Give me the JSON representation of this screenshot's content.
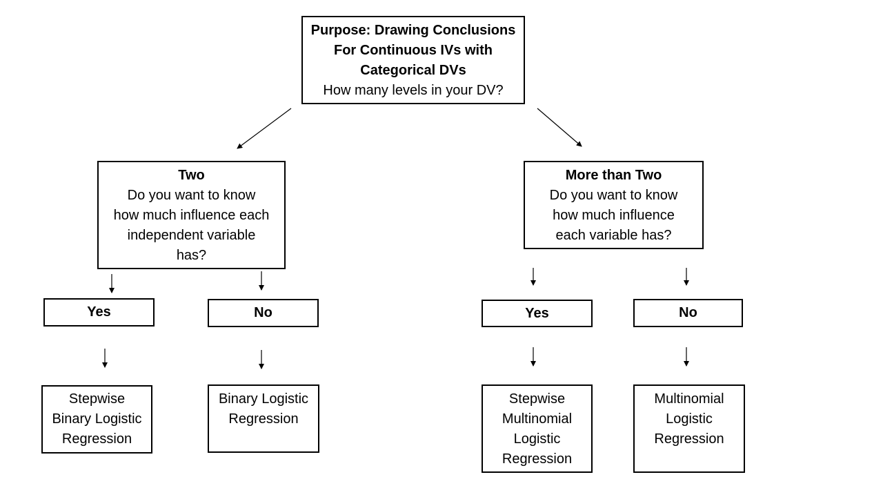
{
  "root": {
    "title_lines": [
      "Purpose: Drawing Conclusions",
      "For Continuous IVs with",
      "Categorical DVs"
    ],
    "question": "How many levels in your DV?"
  },
  "left": {
    "heading": "Two",
    "question_lines": [
      "Do you want to know",
      "how much influence each",
      "independent variable",
      "has?"
    ],
    "yes": "Yes",
    "no": "No",
    "yes_result_lines": [
      "Stepwise",
      "Binary Logistic",
      "Regression"
    ],
    "no_result_lines": [
      "Binary Logistic",
      "Regression"
    ]
  },
  "right": {
    "heading": "More than Two",
    "question_lines": [
      "Do you want to know",
      "how much influence",
      "each variable has?"
    ],
    "yes": "Yes",
    "no": "No",
    "yes_result_lines": [
      "Stepwise",
      "Multinomial",
      "Logistic",
      "Regression"
    ],
    "no_result_lines": [
      "Multinomial",
      "Logistic",
      "Regression"
    ]
  }
}
